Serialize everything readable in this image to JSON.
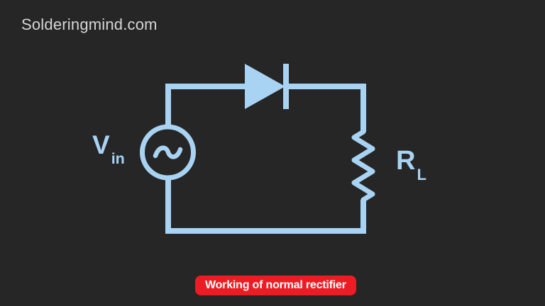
{
  "header": {
    "site": "Solderingmind.com"
  },
  "circuit": {
    "source_label": "V",
    "source_label_sub": "in",
    "load_label": "R",
    "load_label_sub": "L",
    "symbols": [
      "ac-source",
      "diode",
      "resistor"
    ]
  },
  "caption": {
    "text": "Working of normal rectifier"
  },
  "colors": {
    "background": "#262626",
    "wire": "#a9d3f3",
    "header_text": "#d6d6d6",
    "caption_bg": "#ec1c24",
    "caption_text": "#ffffff"
  }
}
